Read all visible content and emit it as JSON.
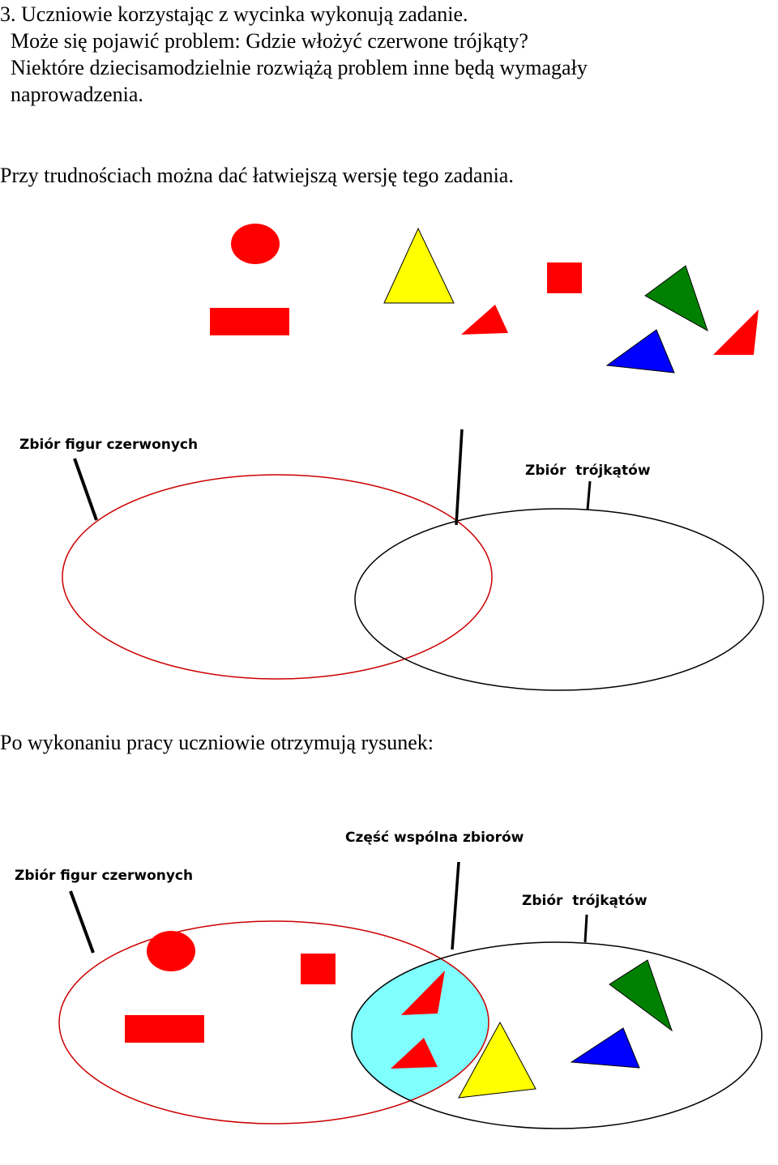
{
  "text": {
    "lines": [
      "3. Uczniowie korzystając z wycinka wykonują zadanie.",
      "  Może się pojawić problem: Gdzie włożyć czerwone trójkąty?",
      "  Niektóre dziecisamodzielnie rozwiążą problem inne będą wymagały",
      "  naprowadzenia."
    ],
    "easier": "Przy trudnościach można dać łatwiejszą wersję tego zadania.",
    "result": "Po wykonaniu pracy uczniowie otrzymują rysunek:"
  },
  "diagram1": {
    "label_red_set": "Zbiór figur czerwonych",
    "label_triangles": "Zbiór  trójkątów"
  },
  "diagram2": {
    "label_red_set": "Zbiór figur czerwonych",
    "label_triangles": "Zbiór  trójkątów",
    "label_common": "Część wspólna zbiorów"
  },
  "colors": {
    "red": "#ff0000",
    "yellow": "#ffff00",
    "green": "#008000",
    "blue": "#0000ff",
    "intersection": "#80ffff",
    "red_set_outline": "#cc0000",
    "triangle_set_outline": "#000000"
  }
}
